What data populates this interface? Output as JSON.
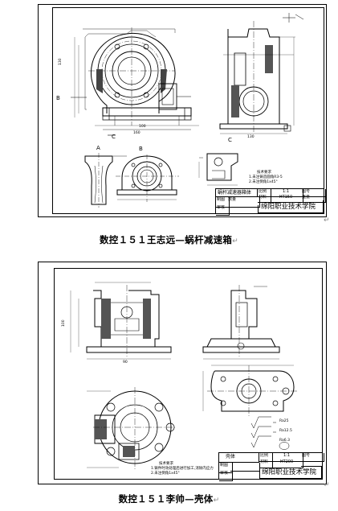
{
  "drawing1": {
    "view_labels": {
      "section_b_left": "B",
      "c_arrow": "C",
      "view_a": "A",
      "view_b": "B",
      "view_c": "C"
    },
    "notes_title": "技术要求",
    "notes": [
      "1.未注铸造圆角R3-5",
      "2.未注倒角1x45°"
    ],
    "title_block": {
      "part_name": "蜗杆减速器箱体",
      "scale_label": "比例",
      "scale_value": "1:1",
      "drawing_no_label": "图号",
      "qty_label": "数量",
      "material_label": "材料",
      "material_value": "HT150",
      "weight_label": "重量",
      "design_label": "制图",
      "check_label": "审核",
      "school": "绵阳职业技术学院"
    },
    "caption": "数控１５１王志远—蜗杆减速箱"
  },
  "drawing2": {
    "notes_title": "技术要求",
    "notes": [
      "1.铸件时效处理后进行加工,消除内应力",
      "2.未注倒角1x45°"
    ],
    "roughness_values": [
      "Ra25",
      "Ra12.5",
      "Ra6.3"
    ],
    "title_block": {
      "part_name": "壳体",
      "scale_label": "比例",
      "scale_value": "1:1",
      "drawing_no_label": "图号",
      "material_label": "材料",
      "material_value": "HT200",
      "design_label": "制图",
      "check_label": "审核",
      "school": "绵阳职业技术学院"
    },
    "caption": "数控１５１李帅—壳体"
  },
  "return_mark": "↵"
}
